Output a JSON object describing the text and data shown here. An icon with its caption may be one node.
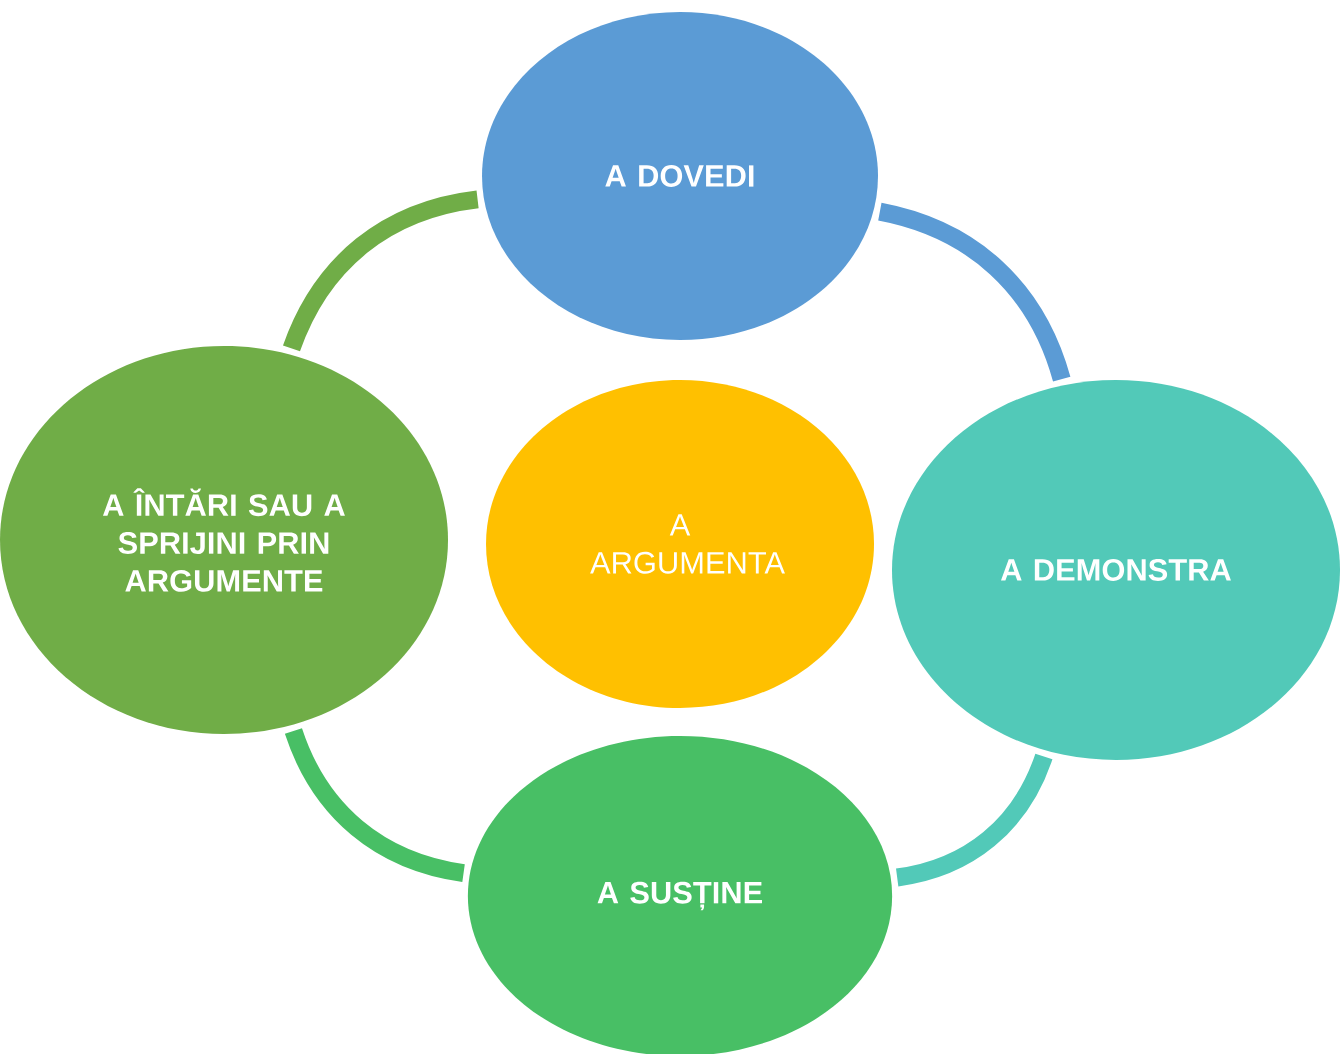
{
  "diagram": {
    "nodes": [
      {
        "text": [
          "A ARGUMENTA"
        ]
      },
      {
        "text": [
          "A DOVEDI"
        ]
      },
      {
        "text": [
          "A DEMONSTRA"
        ]
      },
      {
        "text": [
          "A SUSȚINE"
        ]
      },
      {
        "text": [
          "A ÎNTĂRI SAU A SPRIJINI PRIN ARGUMENTE"
        ]
      }
    ],
    "edges": [
      {
        "from": 1,
        "to": 2,
        "arrow": "none",
        "color": "#5b9bd5"
      },
      {
        "from": 2,
        "to": 3,
        "arrow": "none",
        "color": "#52c9b8"
      },
      {
        "from": 3,
        "to": 4,
        "arrow": "none",
        "color": "#48bf65"
      },
      {
        "from": 4,
        "to": 1,
        "arrow": "none",
        "color": "#70ad47"
      }
    ]
  }
}
